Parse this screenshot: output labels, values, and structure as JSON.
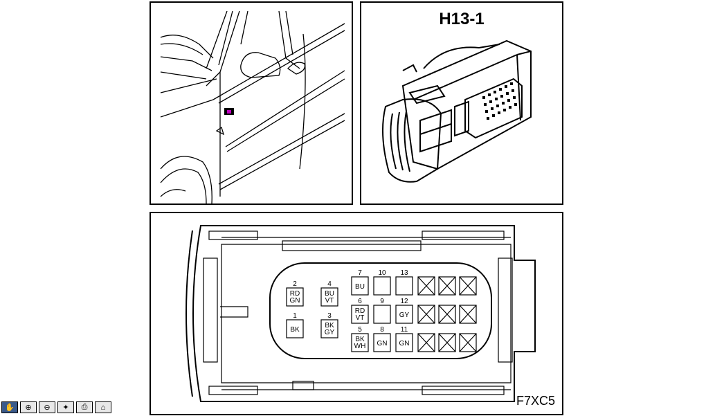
{
  "connector": {
    "title": "H13-1",
    "diagram_code": "F7XC5"
  },
  "pins": [
    {
      "num": "2",
      "lines": [
        "RD",
        "GN"
      ]
    },
    {
      "num": "1",
      "lines": [
        "BK"
      ]
    },
    {
      "num": "4",
      "lines": [
        "BU",
        "VT"
      ]
    },
    {
      "num": "3",
      "lines": [
        "BK",
        "GY"
      ]
    },
    {
      "num": "7",
      "lines": [
        "BU"
      ]
    },
    {
      "num": "6",
      "lines": [
        "RD",
        "VT"
      ]
    },
    {
      "num": "5",
      "lines": [
        "BK",
        "WH"
      ]
    },
    {
      "num": "10",
      "lines": []
    },
    {
      "num": "9",
      "lines": []
    },
    {
      "num": "8",
      "lines": [
        "GN"
      ]
    },
    {
      "num": "13",
      "lines": []
    },
    {
      "num": "12",
      "lines": [
        "GY"
      ]
    },
    {
      "num": "11",
      "lines": [
        "GN"
      ]
    }
  ],
  "toolbar": {
    "icons": [
      "pan-icon",
      "zoom-in-icon",
      "zoom-out-icon",
      "select-icon",
      "print-icon",
      "home-icon"
    ]
  }
}
